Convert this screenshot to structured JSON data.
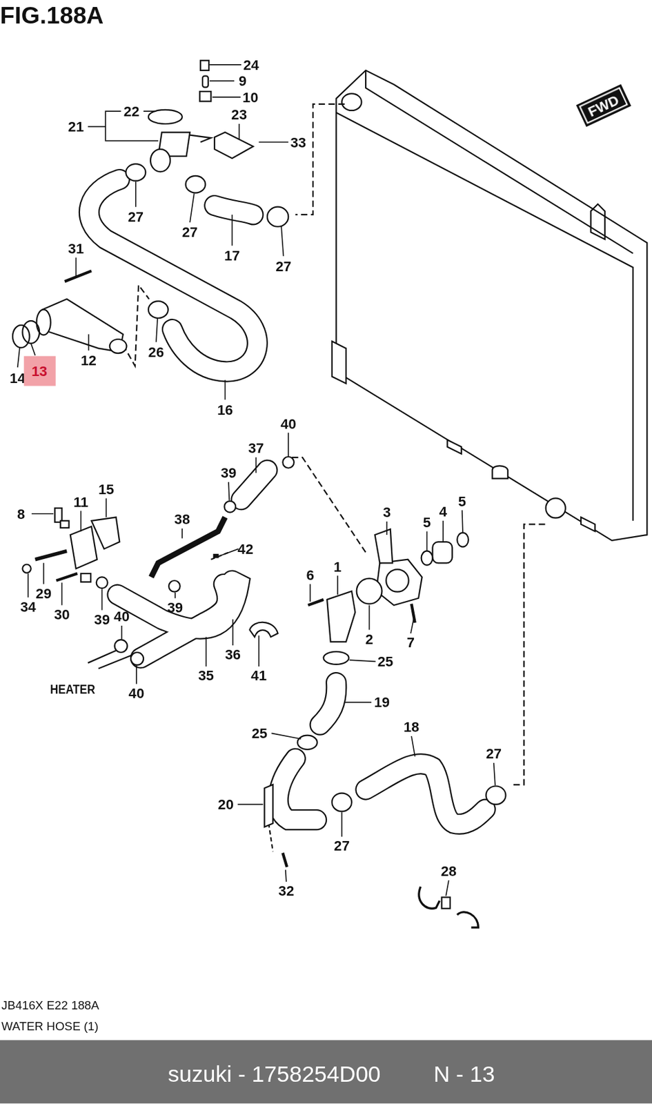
{
  "diagram": {
    "title": "FIG.188A",
    "nodes": [
      {
        "text": [
          "13"
        ]
      },
      {
        "text": [
          "FWD"
        ]
      }
    ],
    "labels": [
      "24",
      "9",
      "10",
      "22",
      "23",
      "21",
      "33",
      "27",
      "27",
      "31",
      "17",
      "27",
      "26",
      "12",
      "14",
      "16",
      "40",
      "37",
      "39",
      "15",
      "5",
      "11",
      "3",
      "4",
      "8",
      "38",
      "5",
      "42",
      "1",
      "6",
      "29",
      "34",
      "39",
      "30",
      "40",
      "39",
      "2",
      "7",
      "36",
      "25",
      "35",
      "41",
      "HEATER",
      "40",
      "19",
      "18",
      "25",
      "27",
      "20",
      "27",
      "28",
      "32",
      "JB416X E22 188A",
      "WATER HOSE (1)",
      "suzuki - 1758254D00",
      "N - 13"
    ]
  }
}
